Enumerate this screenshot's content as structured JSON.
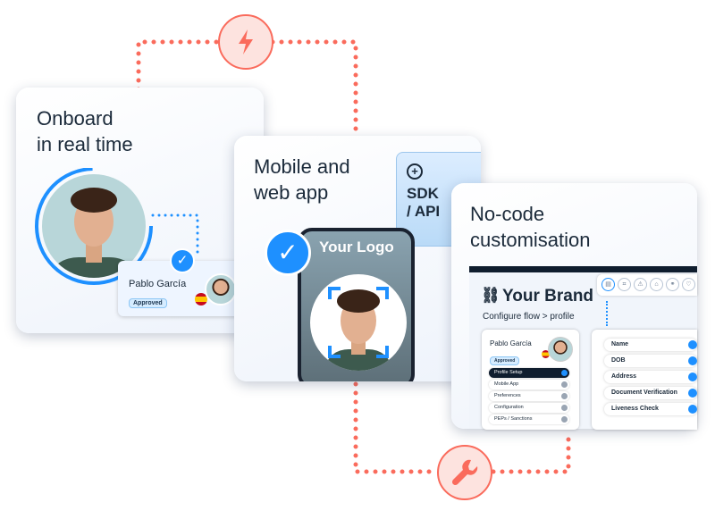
{
  "colors": {
    "accent": "#fa6b5c",
    "blue": "#1e90ff",
    "navy": "#0f1d2e"
  },
  "icons": {
    "top_connector": "lightning-icon",
    "bottom_connector": "wrench-icon",
    "sdk": "plus-circle-icon",
    "brand": "webhook-icon"
  },
  "card_onboard": {
    "title": "Onboard\nin real time",
    "user_name": "Pablo García",
    "status": "Approved"
  },
  "card_mobile": {
    "title": "Mobile and\nweb app",
    "logo_text": "Your Logo",
    "sdk_label": "SDK\n/ API"
  },
  "card_nocode": {
    "title": "No-code\ncustomisation",
    "brand": "Your Brand",
    "breadcrumb": "Configure flow > profile",
    "user_name": "Pablo García",
    "status": "Approved",
    "steps": [
      "Profile Setup",
      "Mobile App",
      "Preferences",
      "Configuration",
      "PEPs / Sanctions"
    ],
    "fields": [
      "Name",
      "DOB",
      "Address",
      "Document Verification",
      "Liveness Check"
    ]
  }
}
